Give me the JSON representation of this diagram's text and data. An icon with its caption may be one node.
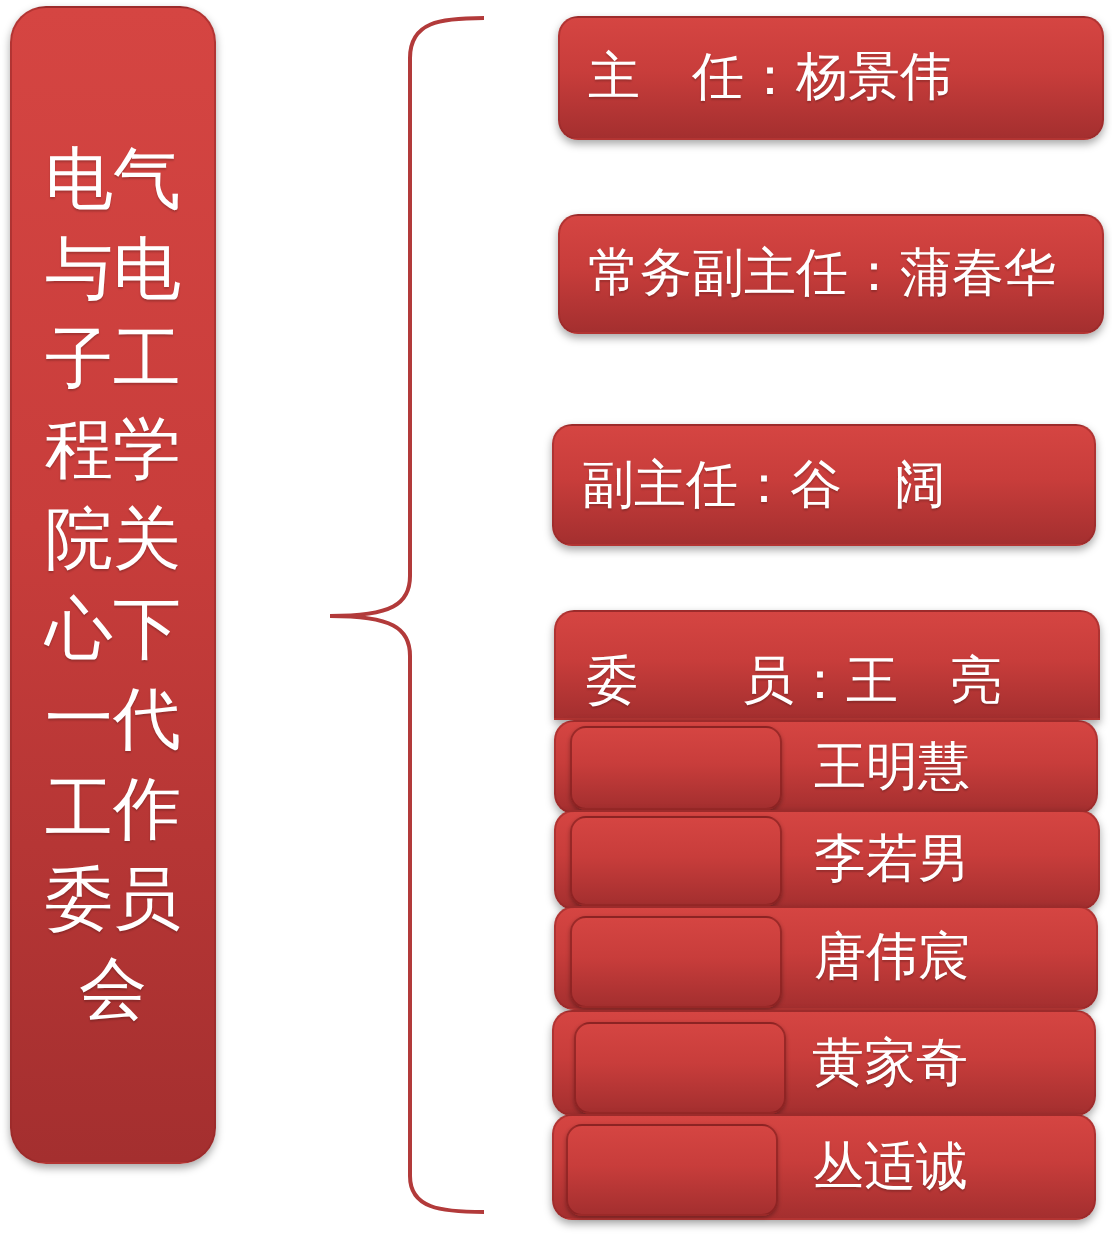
{
  "diagram": {
    "nodes": [
      {
        "text": [
          "电气与电子工程学院关心下一代工作委员会"
        ]
      },
      {
        "text": [
          "主　任：杨景伟"
        ]
      },
      {
        "text": [
          "常务副主任：蒲春华"
        ]
      },
      {
        "text": [
          "副主任：谷　阔"
        ]
      },
      {
        "text": [
          "委　　员：王　亮"
        ]
      },
      {
        "text": [
          "王明慧"
        ]
      },
      {
        "text": [],
        "shape": "box",
        "in": 5
      },
      {
        "text": [
          "李若男"
        ]
      },
      {
        "text": [],
        "shape": "box",
        "in": 7
      },
      {
        "text": [
          "唐伟宸"
        ]
      },
      {
        "text": [],
        "shape": "box",
        "in": 9
      },
      {
        "text": [
          "黄家奇"
        ]
      },
      {
        "text": [],
        "shape": "box",
        "in": 11
      },
      {
        "text": [
          "丛适诚"
        ]
      },
      {
        "text": [],
        "shape": "box",
        "in": 13
      }
    ]
  }
}
